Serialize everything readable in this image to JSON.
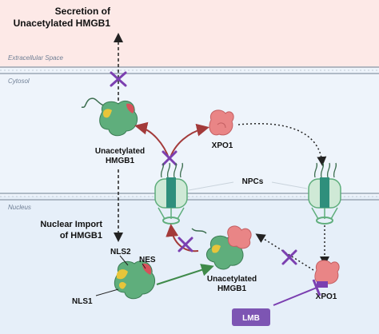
{
  "title": "Secretion of Unacetylated HMGB1",
  "title_lines": [
    "Secretion of",
    "Unacetylated HMGB1"
  ],
  "regions": {
    "extracellular": "Extracellular Space",
    "cytosol": "Cytosol",
    "nucleus": "Nucleus"
  },
  "labels": {
    "cyto_hmgb1": [
      "Unacetylated",
      "HMGB1"
    ],
    "xpo1_top": "XPO1",
    "npcs": "NPCs",
    "nuclear_import": [
      "Nuclear Import",
      "of HMGB1"
    ],
    "nls2": "NLS2",
    "nes": "NES",
    "nls1": "NLS1",
    "nuc_hmgb1": [
      "Unacetylated",
      "HMGB1"
    ],
    "xpo1_bottom": "XPO1",
    "lmb": "LMB"
  },
  "colors": {
    "extracellular_bg": "#fde9e7",
    "cytosol_bg": "#eaf1fa",
    "nucleus_bg": "#e8f1fb",
    "protein_green": "#5fae7c",
    "protein_yellow": "#e8c53a",
    "protein_red": "#d8505a",
    "xpo1": "#e98586",
    "inhibit_purple": "#7b3fb0",
    "lmb_box": "#7d55b3",
    "arrow_red": "#a33a3a",
    "arrow_green": "#3f8a4a",
    "npc_teal": "#2f8f7c"
  },
  "icons": [
    "protein-hmgb1-icon",
    "xpo1-icon",
    "npc-icon",
    "block-x-icon",
    "inhibition-bar-icon"
  ]
}
